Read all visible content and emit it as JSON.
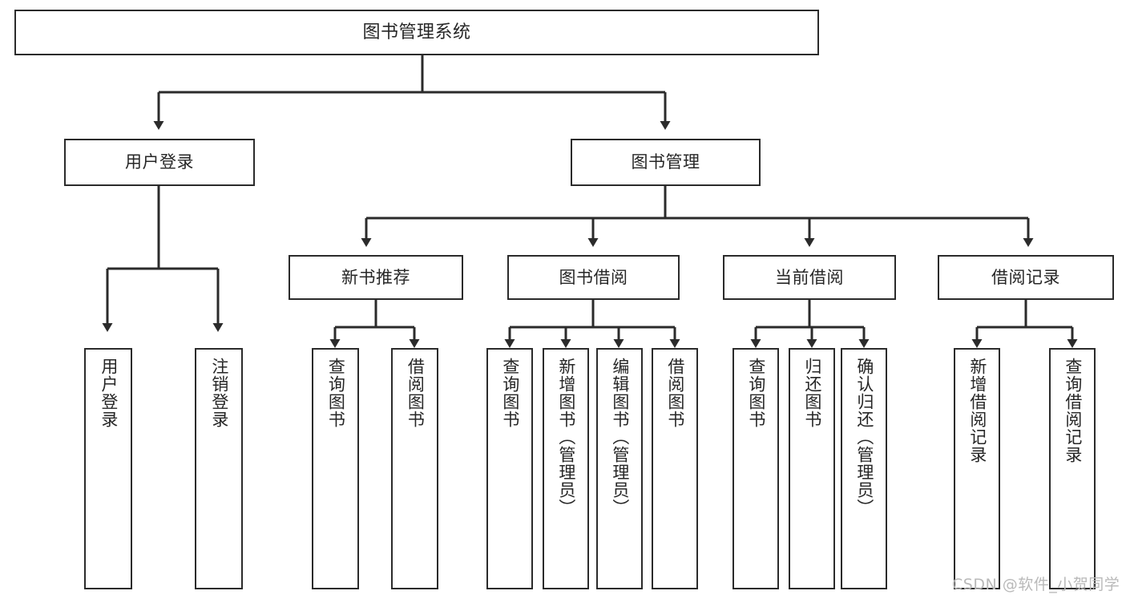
{
  "diagram": {
    "title": "图书管理系统",
    "watermark": "CSDN @软件_小贺同学",
    "stroke_color": "#2b2b2b",
    "text_color": "#262626",
    "background_color": "#ffffff",
    "watermark_color": "#b9b9b9"
  },
  "nodes": {
    "root": {
      "label": "图书管理系统"
    },
    "level2": [
      {
        "label": "用户登录"
      },
      {
        "label": "图书管理"
      }
    ],
    "level3": [
      {
        "label": "新书推荐"
      },
      {
        "label": "图书借阅"
      },
      {
        "label": "当前借阅"
      },
      {
        "label": "借阅记录"
      }
    ],
    "leaves": {
      "user_login": [
        {
          "label": "用户登录"
        },
        {
          "label": "注销登录"
        }
      ],
      "new_book_recommend": [
        {
          "label": "查询图书"
        },
        {
          "label": "借阅图书"
        }
      ],
      "book_borrow": [
        {
          "label": "查询图书"
        },
        {
          "label": "新增图书（管理员）"
        },
        {
          "label": "编辑图书（管理员）"
        },
        {
          "label": "借阅图书"
        }
      ],
      "current_borrow": [
        {
          "label": "查询图书"
        },
        {
          "label": "归还图书"
        },
        {
          "label": "确认归还（管理员）"
        }
      ],
      "borrow_record": [
        {
          "label": "新增借阅记录"
        },
        {
          "label": "查询借阅记录"
        }
      ]
    }
  }
}
